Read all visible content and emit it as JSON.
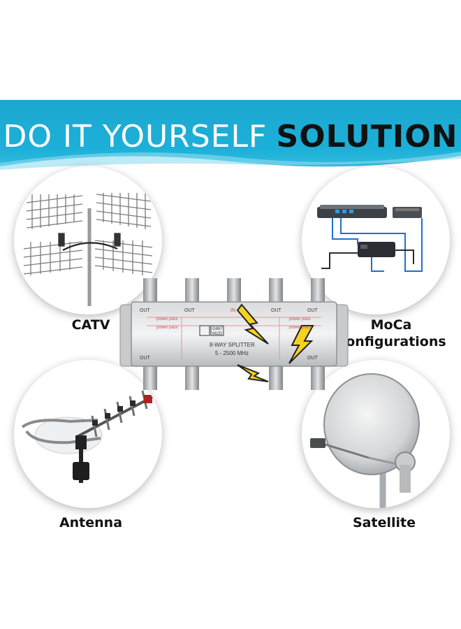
{
  "banner": {
    "title_light": "DO IT YOURSELF",
    "title_bold": "SOLUTION",
    "color": "#1cb0d8"
  },
  "uses": [
    {
      "label": "CATV",
      "icon": "yagi-antenna-icon"
    },
    {
      "label_line1": "MoCa",
      "label_line2": "Configurations",
      "icon": "network-devices-icon"
    },
    {
      "label": "Antenna",
      "icon": "rotating-antenna-icon"
    },
    {
      "label": "Satellite",
      "icon": "satellite-dish-icon"
    }
  ],
  "splitter": {
    "name": "8-WAY SPLITTER",
    "range": "5 - 2500 MHz",
    "model_a": "G887",
    "model_b": "662D",
    "port_out": "OUT",
    "port_in": "IN",
    "pass_text": "power pass"
  }
}
